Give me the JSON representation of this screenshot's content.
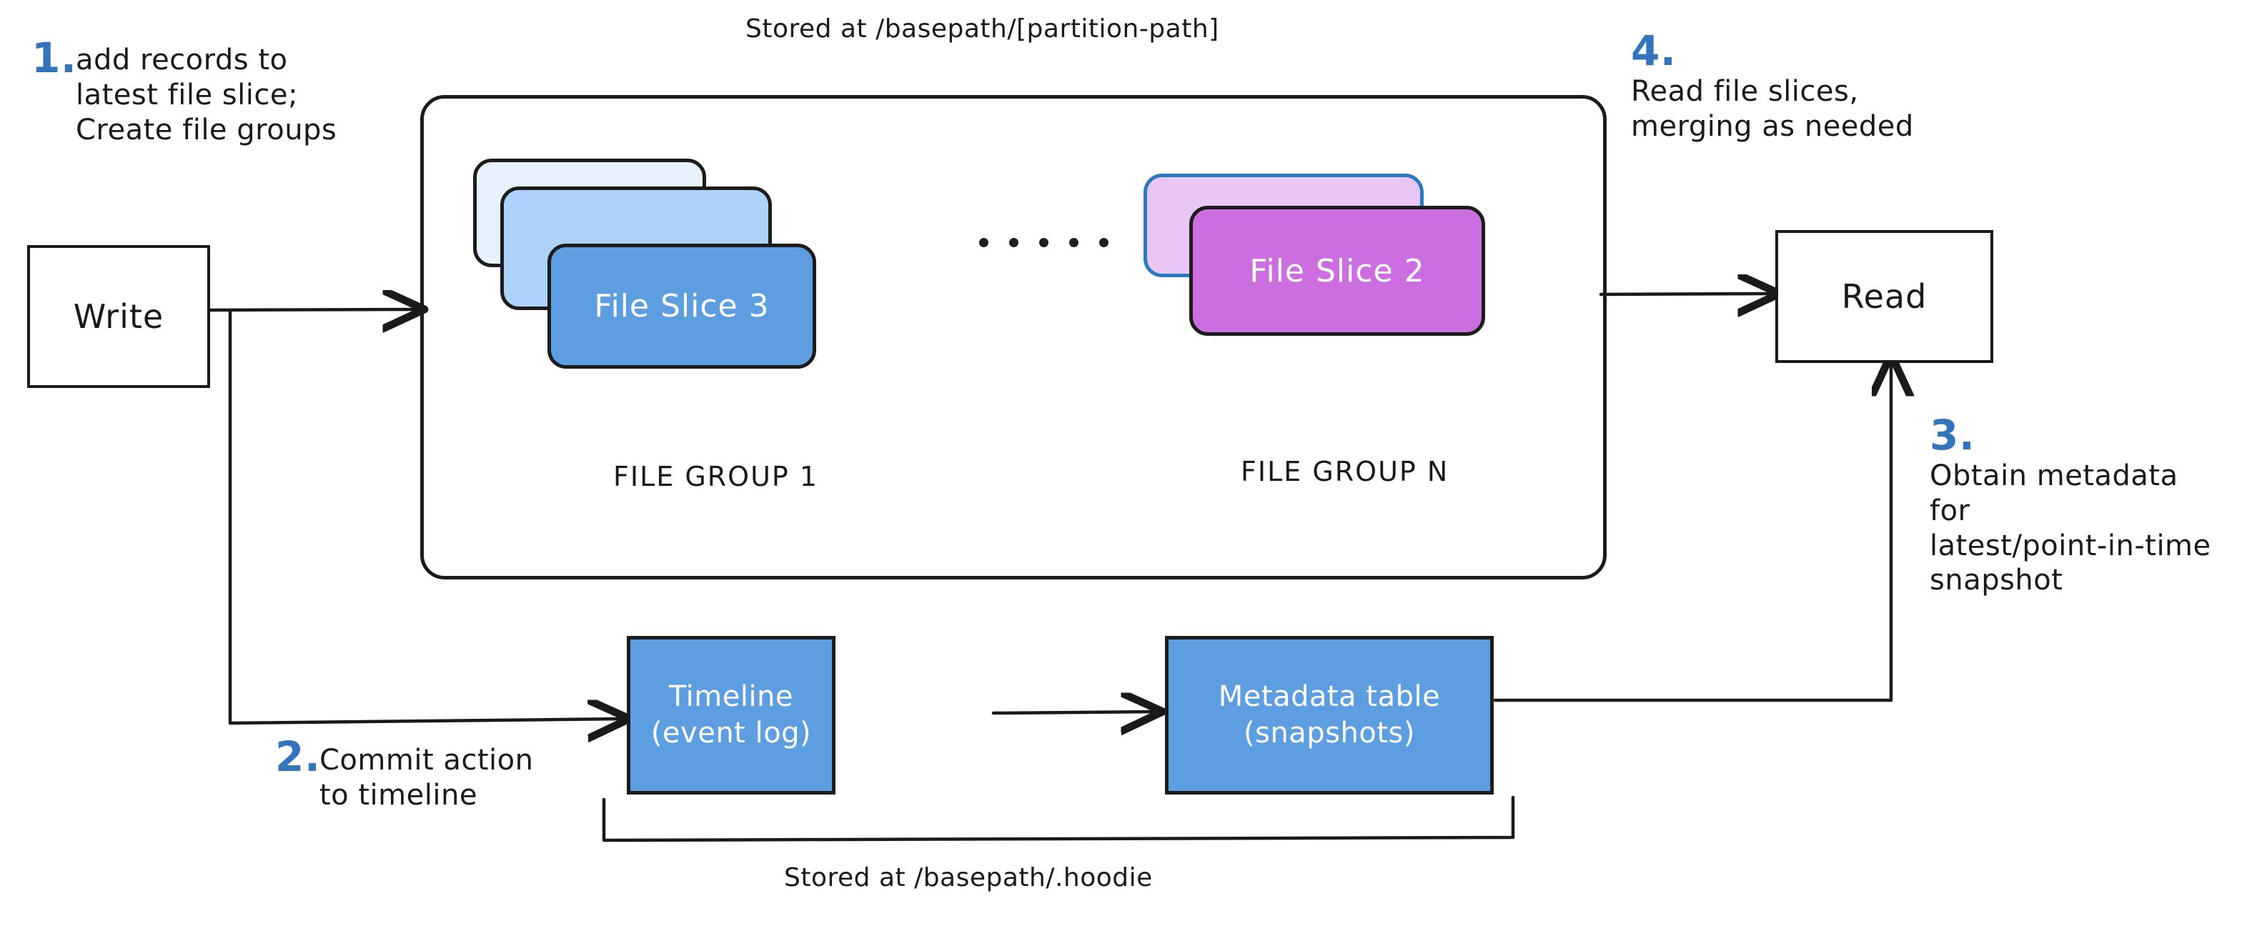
{
  "diagram": {
    "title_top": "Stored at /basepath/[partition-path]",
    "title_bottom": "Stored at /basepath/.hoodie",
    "accent_color": "#3374bd",
    "ink_color": "#1a1a1a"
  },
  "steps": [
    {
      "num": "1.",
      "text": "add records to\nlatest file slice;\nCreate file groups"
    },
    {
      "num": "2.",
      "text": "Commit action\nto timeline"
    },
    {
      "num": "3.",
      "text": "Obtain metadata\nfor\nlatest/point-in-time\nsnapshot"
    },
    {
      "num": "4.",
      "text": "Read file slices,\nmerging as needed"
    }
  ],
  "nodes": {
    "write": {
      "label": "Write"
    },
    "read": {
      "label": "Read"
    },
    "timeline": {
      "line1": "Timeline",
      "line2": "(event log)",
      "color": "#5d9ee0"
    },
    "metadata": {
      "line1": "Metadata table",
      "line2": "(snapshots)",
      "color": "#5d9ee0"
    }
  },
  "file_groups": [
    {
      "label": "FILE GROUP 1",
      "slices": [
        {
          "label": "",
          "color": "#e7f2fd"
        },
        {
          "label": "",
          "color": "#aed3fa"
        },
        {
          "label": "File Slice 3",
          "color": "#5d9ee0"
        }
      ]
    },
    {
      "label": "FILE GROUP N",
      "slices": [
        {
          "label": "",
          "color": "#e8c6f5"
        },
        {
          "label": "File Slice 2",
          "color": "#cd6ee0"
        }
      ]
    }
  ],
  "ellipsis": {
    "dots": 5
  }
}
